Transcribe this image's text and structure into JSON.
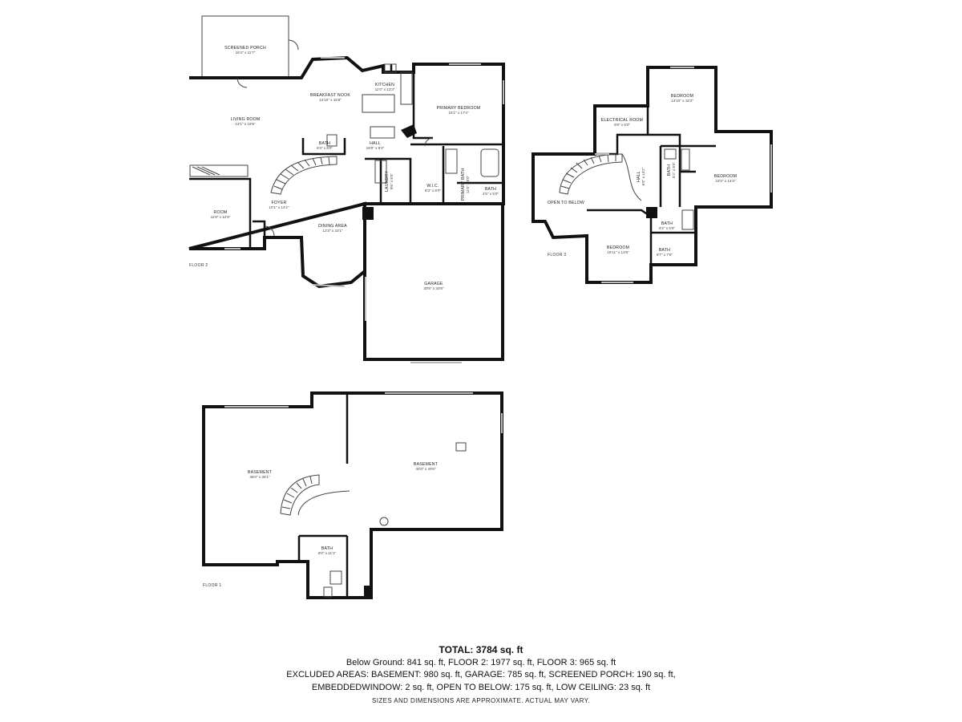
{
  "floors": {
    "floor2": {
      "label": "FLOOR 2",
      "rooms": [
        {
          "name": "SCREENED PORCH",
          "dim": "16'4\" x 11'7\""
        },
        {
          "name": "BREAKFAST NOOK",
          "dim": "14'10\" x 15'8\""
        },
        {
          "name": "KITCHEN",
          "dim": "11'0\" x 13'3\""
        },
        {
          "name": "PRIMARY BEDROOM",
          "dim": "16'1\" x 17'4\""
        },
        {
          "name": "LIVING ROOM",
          "dim": "23'1\" x 16'9\""
        },
        {
          "name": "BATH",
          "dim": "6'3\" x 6'0\""
        },
        {
          "name": "HALL",
          "dim": "16'0\" x 6'4\""
        },
        {
          "name": "LAUNDRY",
          "dim": "8'6\" x 8'0\""
        },
        {
          "name": "W.I.C.",
          "dim": "8'3\" x 9'0\""
        },
        {
          "name": "PRIMARY BATH",
          "dim": "11'0\" x 8'0\""
        },
        {
          "name": "BATH",
          "dim": "4'5\" x 5'0\""
        },
        {
          "name": "ROOM",
          "dim": "11'8\" x 12'6\""
        },
        {
          "name": "FOYER",
          "dim": "10'1\" x 14'2\""
        },
        {
          "name": "DINING AREA",
          "dim": "12'3\" x 22'1\""
        },
        {
          "name": "GARAGE",
          "dim": "30'6\" x 30'8\""
        }
      ]
    },
    "floor3": {
      "label": "FLOOR 3",
      "rooms": [
        {
          "name": "BEDROOM",
          "dim": "14'10\" x 15'2\""
        },
        {
          "name": "ELECTRICAL ROOM",
          "dim": "9'8\" x 6'0\""
        },
        {
          "name": "BATH",
          "dim": "5'2\" x 8'0\""
        },
        {
          "name": "BEDROOM",
          "dim": "23'2\" x 14'3\""
        },
        {
          "name": "HALL",
          "dim": "6'8\" x 14'2\""
        },
        {
          "name": "OPEN TO BELOW",
          "dim": ""
        },
        {
          "name": "BATH",
          "dim": "6'2\" x 5'9\""
        },
        {
          "name": "BATH",
          "dim": "8'7\" x 7'6\""
        },
        {
          "name": "BEDROOM",
          "dim": "16'11\" x 13'6\""
        }
      ]
    },
    "floor1": {
      "label": "FLOOR 1",
      "rooms": [
        {
          "name": "BASEMENT",
          "dim": "36'0\" x 36'1\""
        },
        {
          "name": "BASEMENT",
          "dim": "40'0\" x 40'6\""
        },
        {
          "name": "BATH",
          "dim": "8'0\" x 11'1\""
        }
      ]
    }
  },
  "summary": {
    "total": "TOTAL: 3784 sq. ft",
    "line1": "Below Ground: 841 sq. ft, FLOOR 2: 1977 sq. ft, FLOOR 3: 965 sq. ft",
    "line2": "EXCLUDED AREAS: BASEMENT: 980 sq. ft, GARAGE: 785 sq. ft, SCREENED PORCH: 190 sq. ft,",
    "line3": "EMBEDDEDWINDOW: 2 sq. ft, OPEN TO BELOW: 175 sq. ft, LOW CEILING: 23 sq. ft"
  },
  "disclaimer": "SIZES AND DIMENSIONS ARE APPROXIMATE. ACTUAL MAY VARY."
}
